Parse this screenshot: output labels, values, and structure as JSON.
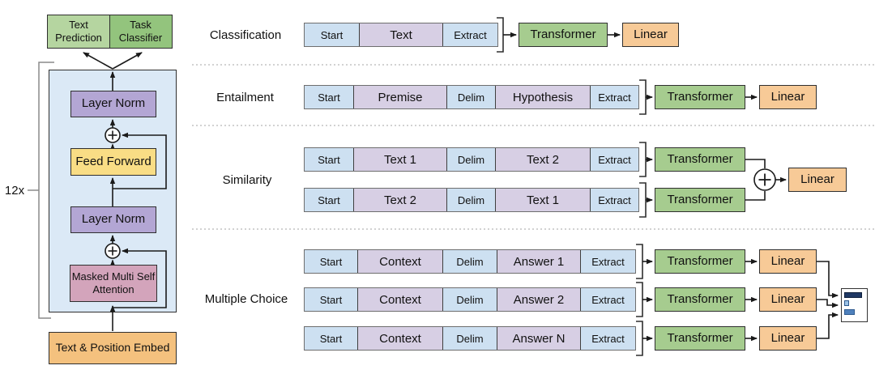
{
  "left_diagram": {
    "text_prediction": "Text Prediction",
    "task_classifier": "Task Classifier",
    "layer_norm_top": "Layer Norm",
    "feed_forward": "Feed Forward",
    "layer_norm_bottom": "Layer Norm",
    "masked_attention": "Masked Multi Self Attention",
    "repeat_count": "12x",
    "embedding": "Text & Position Embed"
  },
  "labels": {
    "transformer": "Transformer",
    "linear": "Linear"
  },
  "tasks": [
    {
      "label": "Classification",
      "rows": [
        {
          "tokens": [
            "Start",
            "Text",
            "Extract"
          ]
        }
      ]
    },
    {
      "label": "Entailment",
      "rows": [
        {
          "tokens": [
            "Start",
            "Premise",
            "Delim",
            "Hypothesis",
            "Extract"
          ]
        }
      ]
    },
    {
      "label": "Similarity",
      "rows": [
        {
          "tokens": [
            "Start",
            "Text 1",
            "Delim",
            "Text 2",
            "Extract"
          ]
        },
        {
          "tokens": [
            "Start",
            "Text 2",
            "Delim",
            "Text 1",
            "Extract"
          ]
        }
      ]
    },
    {
      "label": "Multiple Choice",
      "rows": [
        {
          "tokens": [
            "Start",
            "Context",
            "Delim",
            "Answer 1",
            "Extract"
          ]
        },
        {
          "tokens": [
            "Start",
            "Context",
            "Delim",
            "Answer 2",
            "Extract"
          ]
        },
        {
          "tokens": [
            "Start",
            "Context",
            "Delim",
            "Answer N",
            "Extract"
          ]
        }
      ]
    }
  ],
  "score_bars": [
    {
      "w": 22,
      "color": "#1f3864",
      "border": "#101f3a"
    },
    {
      "w": 6,
      "color": "#9cc2e5",
      "border": "#2e5a8f"
    },
    {
      "w": 13,
      "color": "#4f81bd",
      "border": "#2e5a8f"
    }
  ],
  "colors": {
    "token_special_fill": "#cde0f1",
    "token_text_fill": "#d7cfe4",
    "transformer_fill": "#a6cc8f",
    "linear_fill": "#f7ca97",
    "text_prediction_fill": "#b5d5a0",
    "task_classifier_fill": "#93c47d",
    "layer_norm_fill": "#b3a6d4",
    "feed_forward_fill": "#f9dd85",
    "masked_attention_fill": "#d3a4bb",
    "embedding_fill": "#f4c17e",
    "block_background_fill": "#dbe9f6"
  }
}
